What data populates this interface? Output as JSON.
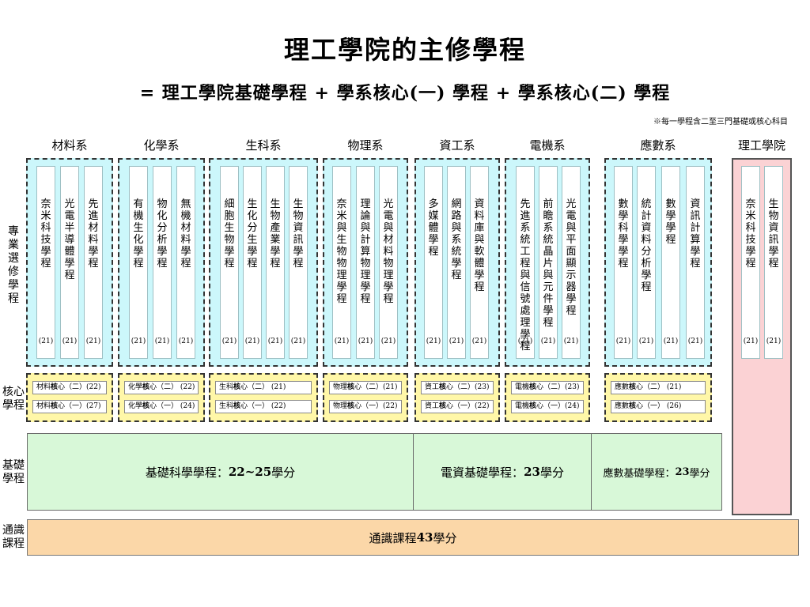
{
  "title": "理工學院的主修學程",
  "subtitle": "= 理工學院基礎學程 + 學系核心(一) 學程 + 學系核心(二) 學程",
  "note": "※每一學程含二至三門基礎或核心科目",
  "row_labels": {
    "major": "專業選修學程",
    "core": "核心學程",
    "base": "基礎學程",
    "general": "通識課程"
  },
  "departments": [
    {
      "name": "材料系",
      "programs": [
        {
          "name": "奈米科技學程",
          "credits": "(21)"
        },
        {
          "name": "光電半導體學程",
          "credits": "(21)"
        },
        {
          "name": "先進材料學程",
          "credits": "(21)"
        }
      ],
      "core": [
        {
          "text": "材料核心（二）(22)"
        },
        {
          "text": "材料核心（一）(27)"
        }
      ]
    },
    {
      "name": "化學系",
      "programs": [
        {
          "name": "有機生化學程",
          "credits": "(21)"
        },
        {
          "name": "物化分析學程",
          "credits": "(21)"
        },
        {
          "name": "無機材料學程",
          "credits": "(21)"
        }
      ],
      "core": [
        {
          "text": "化學核心（二） (22)"
        },
        {
          "text": "化學核心（一）  (24)"
        }
      ]
    },
    {
      "name": "生科系",
      "programs": [
        {
          "name": "細胞生物學程",
          "credits": "(21)"
        },
        {
          "name": "生化分生學程",
          "credits": "(21)"
        },
        {
          "name": "生物產業學程",
          "credits": "(21)"
        },
        {
          "name": "生物資訊學程",
          "credits": "(21)"
        }
      ],
      "core": [
        {
          "text": "生科核心（二）   (21)"
        },
        {
          "text": "生科核心（一）   (22)"
        }
      ]
    },
    {
      "name": "物理系",
      "programs": [
        {
          "name": "奈米與生物物理學程",
          "credits": "(21)"
        },
        {
          "name": "理論與計算物理學程",
          "credits": "(21)"
        },
        {
          "name": "光電與材料物理學程",
          "credits": "(21)"
        }
      ],
      "core": [
        {
          "text": "物理核心（二）(21)"
        },
        {
          "text": "物理核心（一）(22)"
        }
      ]
    },
    {
      "name": "資工系",
      "programs": [
        {
          "name": "多媒體學程",
          "credits": "(21)"
        },
        {
          "name": "網路與系統學程",
          "credits": "(21)"
        },
        {
          "name": "資料庫與軟體學程",
          "credits": "(21)"
        }
      ],
      "core": [
        {
          "text": "資工核心（二）(23)"
        },
        {
          "text": "資工核心（一）(22)"
        }
      ]
    },
    {
      "name": "電機系",
      "programs": [
        {
          "name": "先進系統工程與信號處理學程",
          "credits": "(21)"
        },
        {
          "name": "前瞻系統晶片與元件學程",
          "credits": "(21)"
        },
        {
          "name": "光電與平面顯示器學程",
          "credits": "(21)"
        }
      ],
      "core": [
        {
          "text": "電機核心（二）(23)"
        },
        {
          "text": "電機核心（一）(24)"
        }
      ]
    },
    {
      "name": "應數系",
      "programs": [
        {
          "name": "數學科學學程",
          "credits": "(21)"
        },
        {
          "name": "統計資料分析學程",
          "credits": "(21)"
        },
        {
          "name": "數學學程",
          "credits": "(21)"
        },
        {
          "name": "資訊計算學程",
          "credits": "(21)"
        }
      ],
      "core": [
        {
          "text": "應數核心（二）    (21)"
        },
        {
          "text": "應數核心（一）    (26)"
        }
      ]
    },
    {
      "name": "理工學院",
      "programs": [
        {
          "name": "奈米科技學程",
          "credits": "(21)"
        },
        {
          "name": "生物資訊學程",
          "credits": "(21)"
        }
      ],
      "core": []
    }
  ],
  "base_programs": [
    {
      "prefix": "基礎科學學程：",
      "bold": "22~25",
      "suffix": "學分"
    },
    {
      "prefix": "電資基礎學程：",
      "bold": "23",
      "suffix": "學分"
    },
    {
      "prefix": "應數基礎學程：",
      "bold": "23",
      "suffix": "學分"
    }
  ],
  "general": {
    "prefix": "通識課程",
    "bold": "43",
    "suffix": "學分"
  },
  "colors": {
    "program_group": "#ccf7fb",
    "college_group": "#fbd2d4",
    "core_group": "#fff7a8",
    "base": "#d8f8d8",
    "general": "#fbd7a8"
  }
}
